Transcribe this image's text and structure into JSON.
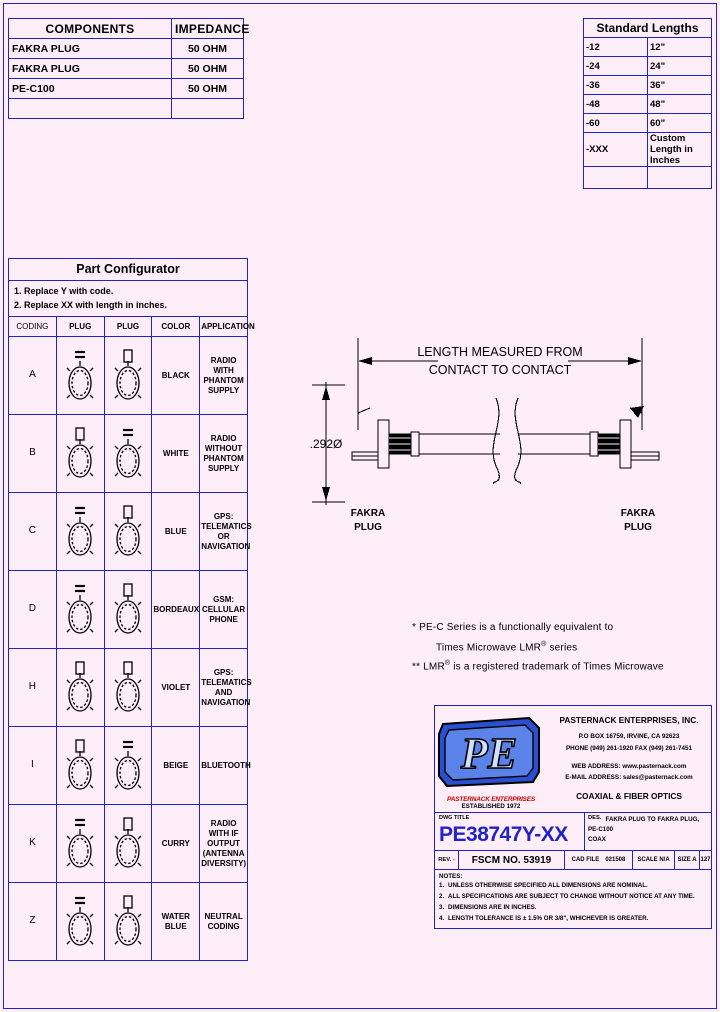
{
  "components_table": {
    "headers": [
      "COMPONENTS",
      "IMPEDANCE"
    ],
    "rows": [
      {
        "component": "FAKRA PLUG",
        "impedance": "50 OHM"
      },
      {
        "component": "FAKRA PLUG",
        "impedance": "50 OHM"
      },
      {
        "component": "PE-C100",
        "impedance": "50 OHM"
      },
      {
        "component": "",
        "impedance": ""
      }
    ]
  },
  "standard_lengths": {
    "title": "Standard Lengths",
    "rows": [
      {
        "code": "-12",
        "length": "12\""
      },
      {
        "code": "-24",
        "length": "24\""
      },
      {
        "code": "-36",
        "length": "36\""
      },
      {
        "code": "-48",
        "length": "48\""
      },
      {
        "code": "-60",
        "length": "60\""
      },
      {
        "code": "-XXX",
        "length": "Custom Length in Inches"
      },
      {
        "code": "",
        "length": ""
      }
    ]
  },
  "part_configurator": {
    "title": "Part Configurator",
    "rule_1": "1.  Replace Y with code.",
    "rule_2": "2.  Replace XX with length in inches.",
    "headers": [
      "CODING",
      "PLUG",
      "PLUG",
      "COLOR",
      "APPLICATION"
    ],
    "rows": [
      {
        "code": "A",
        "color": "BLACK",
        "application": "RADIO WITH\nPHANTOM SUPPLY"
      },
      {
        "code": "B",
        "color": "WHITE",
        "application": "RADIO WITHOUT\nPHANTOM SUPPLY"
      },
      {
        "code": "C",
        "color": "BLUE",
        "application": "GPS: TELEMATICS\nOR NAVIGATION"
      },
      {
        "code": "D",
        "color": "BORDEAUX",
        "application": "GSM: CELLULAR\nPHONE"
      },
      {
        "code": "H",
        "color": "VIOLET",
        "application": "GPS: TELEMATICS\nAND NAVIGATION"
      },
      {
        "code": "I",
        "color": "BEIGE",
        "application": "BLUETOOTH"
      },
      {
        "code": "K",
        "color": "CURRY",
        "application": "RADIO WITH IF\nOUTPUT\n(ANTENNA DIVERSITY)"
      },
      {
        "code": "Z",
        "color": "WATER\nBLUE",
        "application": "NEUTRAL CODING"
      }
    ]
  },
  "drawing": {
    "length_note_line1": "LENGTH MEASURED FROM",
    "length_note_line2": "CONTACT TO CONTACT",
    "diameter_label": ".292Ø",
    "left_connector_line1": "FAKRA",
    "left_connector_line2": "PLUG",
    "right_connector_line1": "FAKRA",
    "right_connector_line2": "PLUG"
  },
  "footnotes": {
    "line1": "*  PE-C Series is a functionally equivalent to",
    "line2": "Times Microwave LMR",
    "line2_suffix": " series",
    "line3_prefix": "**  LMR",
    "line3_suffix": " is a registered trademark of Times Microwave"
  },
  "title_block": {
    "logo_text": "PE",
    "logo_tagline": "PASTERNACK ENTERPRISES",
    "logo_established": "ESTABLISHED 1972",
    "company": "PASTERNACK ENTERPRISES, INC.",
    "address": "P.O BOX 16759, IRVINE, CA 92623",
    "phone": "PHONE (949) 261-1920 FAX (949) 261-7451",
    "web": "WEB ADDRESS: www.pasternack.com",
    "email": "E-MAIL ADDRESS: sales@pasternack.com",
    "tagline": "COAXIAL & FIBER OPTICS",
    "dwg_title_label": "DWG TITLE",
    "part_number": "PE38747Y-XX",
    "des_label": "DES.",
    "description": "FAKRA PLUG TO FAKRA PLUG, PE-C100\nCOAX",
    "rev_label": "REV. -",
    "fscm": "FSCM NO.  53919",
    "cad_file_label": "CAD FILE",
    "cad_file_value": "021508",
    "scale": "SCALE  N/A",
    "size": "SIZE A",
    "sheet": "127",
    "notes_header": "NOTES:",
    "notes": [
      "UNLESS OTHERWISE SPECIFIED ALL DIMENSIONS ARE NOMINAL.",
      "ALL SPECIFICATIONS ARE SUBJECT TO CHANGE WITHOUT NOTICE AT ANY TIME.",
      "DIMENSIONS ARE IN INCHES.",
      "LENGTH TOLERANCE IS ± 1.5% OR 3/8\", WHICHEVER IS GREATER."
    ]
  },
  "colors": {
    "border": "#2222cc",
    "background": "#fdeef7",
    "logo_blue": "#2a4fd0",
    "logo_red": "#cc0000"
  }
}
